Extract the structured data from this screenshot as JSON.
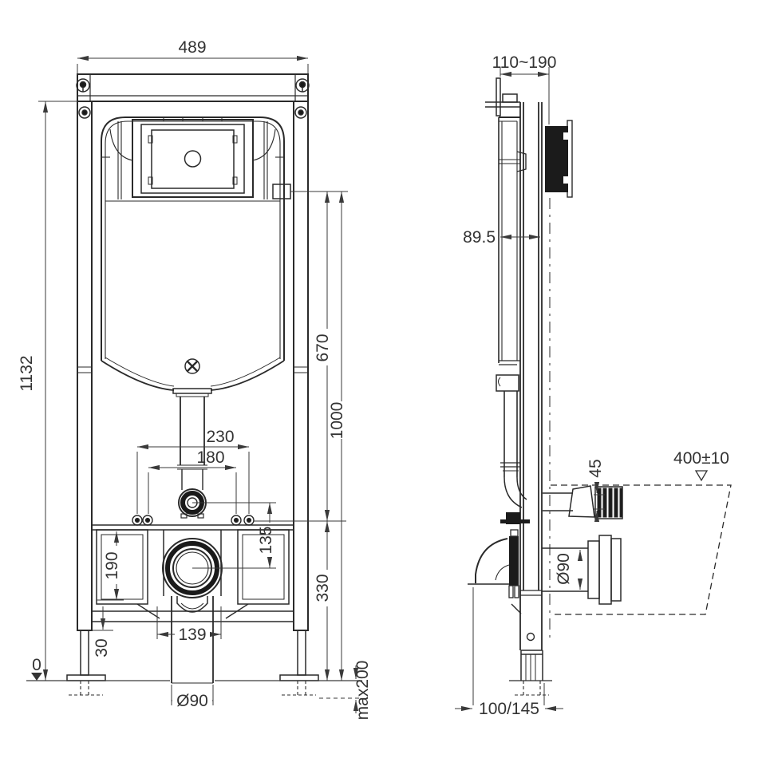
{
  "drawing": {
    "front_view": {
      "overall_width": "489",
      "overall_height": "1132",
      "floor_level": "0",
      "fixing_bolt_spacing_outer": "230",
      "fixing_bolt_spacing_inner": "180",
      "inlet_to_outlet_offset": "135",
      "bracket_opening_height": "190",
      "foot_offset": "30",
      "outlet_channel_width": "139",
      "outlet_pipe_diameter": "Ø90",
      "flush_bend_height": "670",
      "water_inlet_height": "1000",
      "fixing_rail_height": "330",
      "foot_adjustment": "max200"
    },
    "side_view": {
      "installation_depth": "110~190",
      "tank_depth": "89.5",
      "flush_pipe_diameter": "45",
      "bowl_height": "400±10",
      "outlet_pipe_diameter": "Ø90",
      "outlet_wall_distance": "100/145"
    }
  }
}
